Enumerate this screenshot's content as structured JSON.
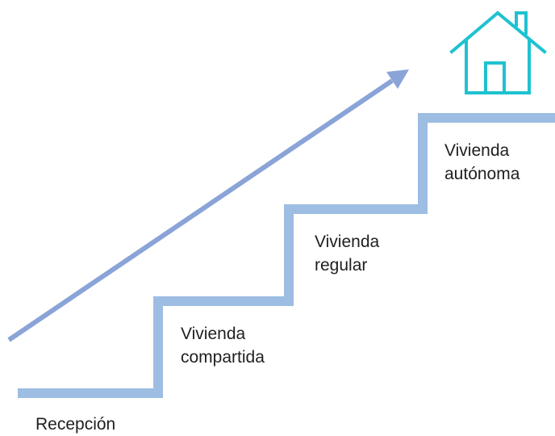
{
  "colors": {
    "stairs": "#9dbde3",
    "arrow": "#8aa4d8",
    "house": "#1ec2d1",
    "text": "#1f1f1f"
  },
  "icons": {
    "home": "house-icon",
    "arrow": "arrow-up-right-icon"
  },
  "steps": [
    {
      "lines": [
        "Recepción"
      ]
    },
    {
      "lines": [
        "Vivienda",
        "compartida"
      ]
    },
    {
      "lines": [
        "Vivienda",
        "regular"
      ]
    },
    {
      "lines": [
        "Vivienda",
        "autónoma"
      ]
    }
  ]
}
